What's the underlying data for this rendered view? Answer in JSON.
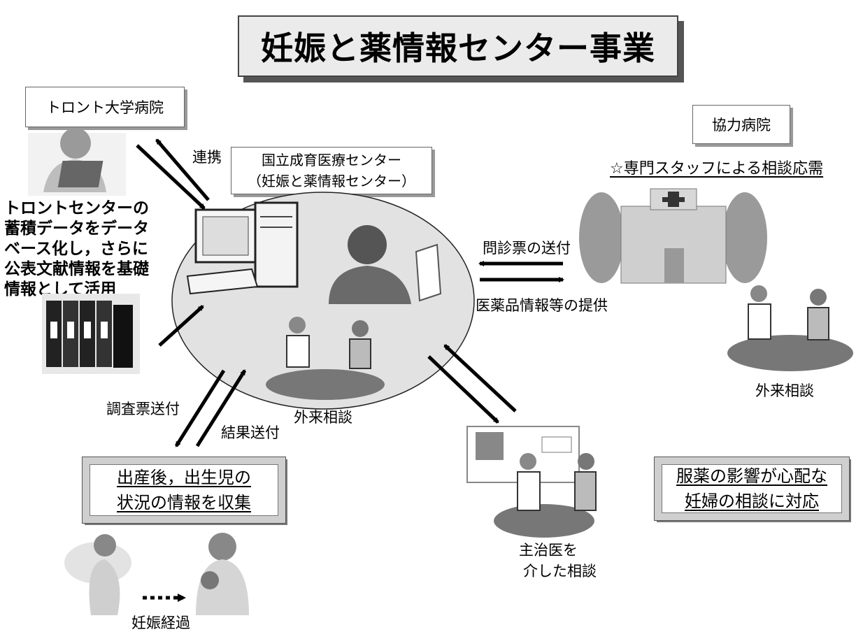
{
  "title": "妊娠と薬情報センター事業",
  "toronto_hospital": "トロント大学病院",
  "link_label": "連携",
  "toronto_desc": [
    "トロントセンターの",
    "蓄積データをデータ",
    "ベース化し，さらに",
    "公表文献情報を基礎",
    "情報として活用"
  ],
  "center_name": [
    "国立成育医療センター",
    "（妊娠と薬情報センター）"
  ],
  "center_consult": "外来相談",
  "survey_send": "調査票送付",
  "result_send": "結果送付",
  "postpartum_info": [
    "出産後，出生児の",
    "状況の情報を収集"
  ],
  "pregnancy_course": "妊娠経過",
  "partner_hospital": "協力病院",
  "expert_consult": "☆専門スタッフによる相談応需",
  "questionnaire_send": "問診票の送付",
  "drug_info_provide": "医薬品情報等の提供",
  "partner_consult": "外来相談",
  "doctor_consult": [
    "主治医を",
    "介した相談"
  ],
  "worry_response": [
    "服薬の影響が心配な",
    "妊婦の相談に対応"
  ]
}
